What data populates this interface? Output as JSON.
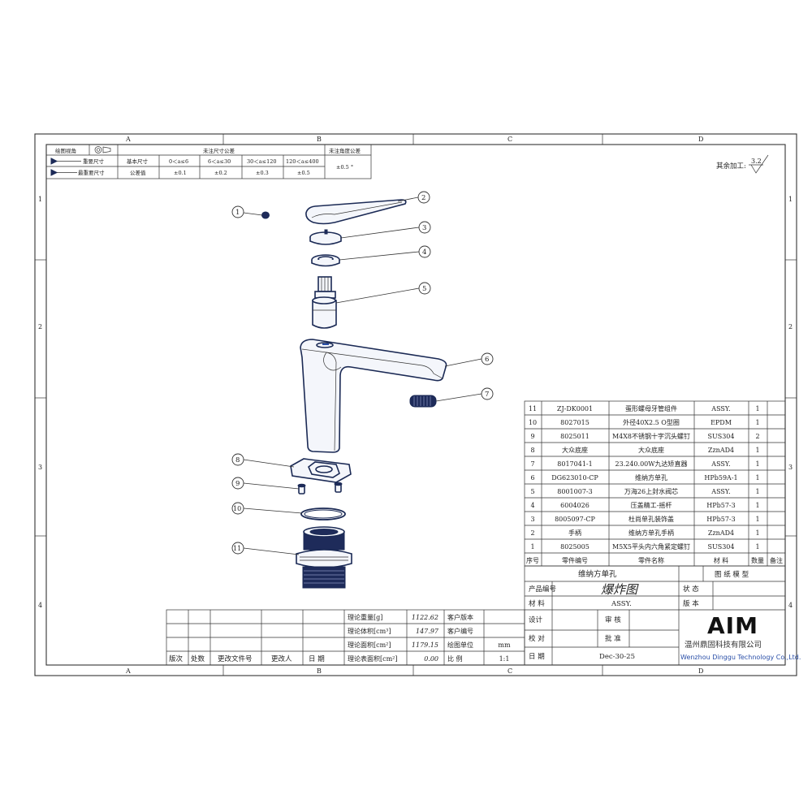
{
  "zones": {
    "columns": [
      "A",
      "B",
      "C",
      "D"
    ],
    "rows": [
      "1",
      "2",
      "3",
      "4"
    ]
  },
  "tolerance_table": {
    "projection_label": "绘图视角",
    "general_tolerance_label": "未注尺寸公差",
    "angle_tolerance_label": "未注角度公差",
    "rows": [
      {
        "label": "重要尺寸",
        "cells": [
          "基本尺寸",
          "0＜a≤6",
          "6＜a≤30",
          "30＜a≤120",
          "120＜a≤400"
        ]
      },
      {
        "label": "最重要尺寸",
        "cells": [
          "公差值",
          "±0.1",
          "±0.2",
          "±0.3",
          "±0.5"
        ]
      }
    ],
    "angle_value": "±0.5 °"
  },
  "surface_finish": {
    "label": "其余加工:",
    "value": "3.2"
  },
  "balloons": [
    "1",
    "2",
    "3",
    "4",
    "5",
    "6",
    "7",
    "8",
    "9",
    "10",
    "11"
  ],
  "bom": {
    "rows": [
      {
        "no": "11",
        "part_no": "ZJ-DK0001",
        "name": "蛋形螺母牙管组件",
        "material": "ASSY.",
        "qty": "1",
        "note": ""
      },
      {
        "no": "10",
        "part_no": "8027015",
        "name": "外径40X2.5 O型圈",
        "material": "EPDM",
        "qty": "1",
        "note": ""
      },
      {
        "no": "9",
        "part_no": "8025011",
        "name": "M4X8不锈钢十字沉头螺钉",
        "material": "SUS304",
        "qty": "2",
        "note": ""
      },
      {
        "no": "8",
        "part_no": "大众底座",
        "name": "大众底座",
        "material": "ZznAD4",
        "qty": "1",
        "note": ""
      },
      {
        "no": "7",
        "part_no": "8017041-1",
        "name": "23.240.00W九达矫直器",
        "material": "ASSY.",
        "qty": "1",
        "note": ""
      },
      {
        "no": "6",
        "part_no": "DG623010-CP",
        "name": "维纳方单孔",
        "material": "HPb59A-1",
        "qty": "1",
        "note": ""
      },
      {
        "no": "5",
        "part_no": "8001007-3",
        "name": "万海26上封水阀芯",
        "material": "ASSY.",
        "qty": "1",
        "note": ""
      },
      {
        "no": "4",
        "part_no": "6004026",
        "name": "压盖精工-摇杆",
        "material": "HPb57-3",
        "qty": "1",
        "note": ""
      },
      {
        "no": "3",
        "part_no": "8005097-CP",
        "name": "杜尚单孔装饰盖",
        "material": "HPb57-3",
        "qty": "1",
        "note": ""
      },
      {
        "no": "2",
        "part_no": "手柄",
        "name": "维纳方单孔手柄",
        "material": "ZznAD4",
        "qty": "1",
        "note": ""
      },
      {
        "no": "1",
        "part_no": "8025005",
        "name": "M5X5平头内六角紧定螺钉",
        "material": "SUS304",
        "qty": "1",
        "note": ""
      }
    ],
    "headers": [
      "序号",
      "零件编号",
      "零件名称",
      "材 料",
      "数量",
      "备注"
    ]
  },
  "title_block": {
    "product_name": "维纳方单孔",
    "drawing_type_label": "图 纸 模 型",
    "product_no_label": "产品编号",
    "product_no_value": "爆炸图",
    "status_label": "状 态",
    "material_label": "材 料",
    "material_value": "ASSY.",
    "version_label": "版 本",
    "design_label": "设计",
    "review_label": "审 核",
    "check_label": "校 对",
    "approve_label": "批 准",
    "date_label": "日 期",
    "date_value": "Dec-30-25",
    "logo": "AIM",
    "company_cn": "温州鼎固科技有限公司",
    "company_en": "Wenzhou Dinggu Technology Co.,Ltd."
  },
  "properties": [
    {
      "label": "理论重量[g]",
      "value": "1122.62",
      "key": "客户版本",
      "kval": ""
    },
    {
      "label": "理论体积[cm³]",
      "value": "147.97",
      "key": "客户编号",
      "kval": ""
    },
    {
      "label": "理论面积[cm²]",
      "value": "1179.15",
      "key": "绘图单位",
      "kval": "mm"
    },
    {
      "label": "理论表面积[cm²]",
      "value": "0.00",
      "key": "比  例",
      "kval": "1:1"
    }
  ],
  "revision_headers": [
    "版次",
    "处数",
    "更改文件号",
    "更改人",
    "日  期"
  ]
}
